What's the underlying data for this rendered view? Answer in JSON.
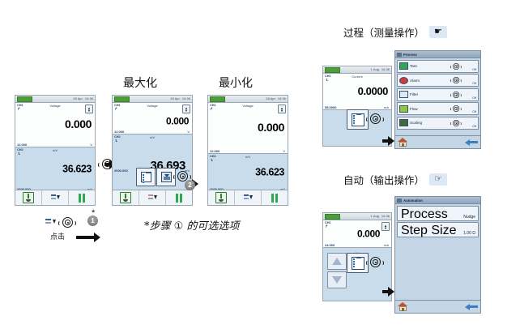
{
  "headings": {
    "maximize": "最大化",
    "minimize": "最小化",
    "process_title": "过程（测量操作）",
    "automation_title": "自动（输出操作）",
    "tap_label": "点击",
    "footnote": "*步骤 ① 的可选选项"
  },
  "icons": {
    "hand_point_left": "☛",
    "hand_point_right": "☞",
    "home": "home-icon",
    "back": "back-arrow-icon",
    "tap": "tap-gesture-icon"
  },
  "steps": {
    "one": "1",
    "two": "2",
    "star": "*"
  },
  "devices": {
    "normal": {
      "name": "normal-view",
      "statusbar": {
        "date": "28 Apr",
        "time": "10:06"
      },
      "ch1": {
        "label": "CH1",
        "function": "Voltage",
        "value": "0.000",
        "range": "12.000",
        "unit": "V"
      },
      "ch2": {
        "label": "CH2",
        "function": "mV",
        "value": "36.623",
        "range": "2000.000",
        "unit": "mV"
      }
    },
    "maximized": {
      "name": "maximized-view",
      "statusbar": {
        "date": "28 Apr",
        "time": "10:06"
      },
      "ch1": {
        "label": "CH1",
        "function": "Voltage",
        "value": "0.000",
        "range": "12.000",
        "unit": "V"
      },
      "ch2": {
        "label": "CH2",
        "function": "mV",
        "value": "36.693",
        "range": "2000.000",
        "unit": "mV"
      }
    },
    "minimized": {
      "name": "minimized-view",
      "statusbar": {
        "date": "28 Apr",
        "time": "10:06"
      },
      "ch1": {
        "label": "CH1",
        "function": "Voltage",
        "value": "0.000",
        "range": "12.000",
        "unit": "V"
      },
      "ch2": {
        "label": "CH2",
        "function": "mV",
        "value": "36.623",
        "range": "2000.000",
        "unit": "mV"
      }
    },
    "process_device": {
      "name": "process-measure-device",
      "statusbar": {
        "date": "1 Aug",
        "time": "10:36"
      },
      "ch1": {
        "label": "CH1",
        "function": "Current",
        "value": "0.0000",
        "range": "55.0000",
        "unit": "mA"
      }
    },
    "automation_device": {
      "name": "automation-source-device",
      "statusbar": {
        "date": "1 Aug",
        "time": "10:36"
      },
      "ch1": {
        "label": "CH1",
        "function": "",
        "value": "0.000",
        "range": "24.000",
        "unit": "mA"
      }
    }
  },
  "process_menu": {
    "title": "Process",
    "rows": [
      {
        "label": "Tare",
        "state": "Off"
      },
      {
        "label": "Alarm",
        "state": "Off"
      },
      {
        "label": "Filter",
        "state": "Off"
      },
      {
        "label": "Flow",
        "state": "Off"
      },
      {
        "label": "Scaling",
        "state": "Off"
      }
    ]
  },
  "automation_menu": {
    "title": "Automation",
    "rows": [
      {
        "label": "Process",
        "value": "Nudge"
      },
      {
        "label": "Step Size",
        "value": "1.00 Ω"
      }
    ]
  },
  "colors": {
    "channel_active": "#c8dcec",
    "channel_inactive": "#fdfefe",
    "panel_blue": "#c4d5e6",
    "accent_green": "#2fa84f",
    "back_blue": "#3a7fc1"
  }
}
